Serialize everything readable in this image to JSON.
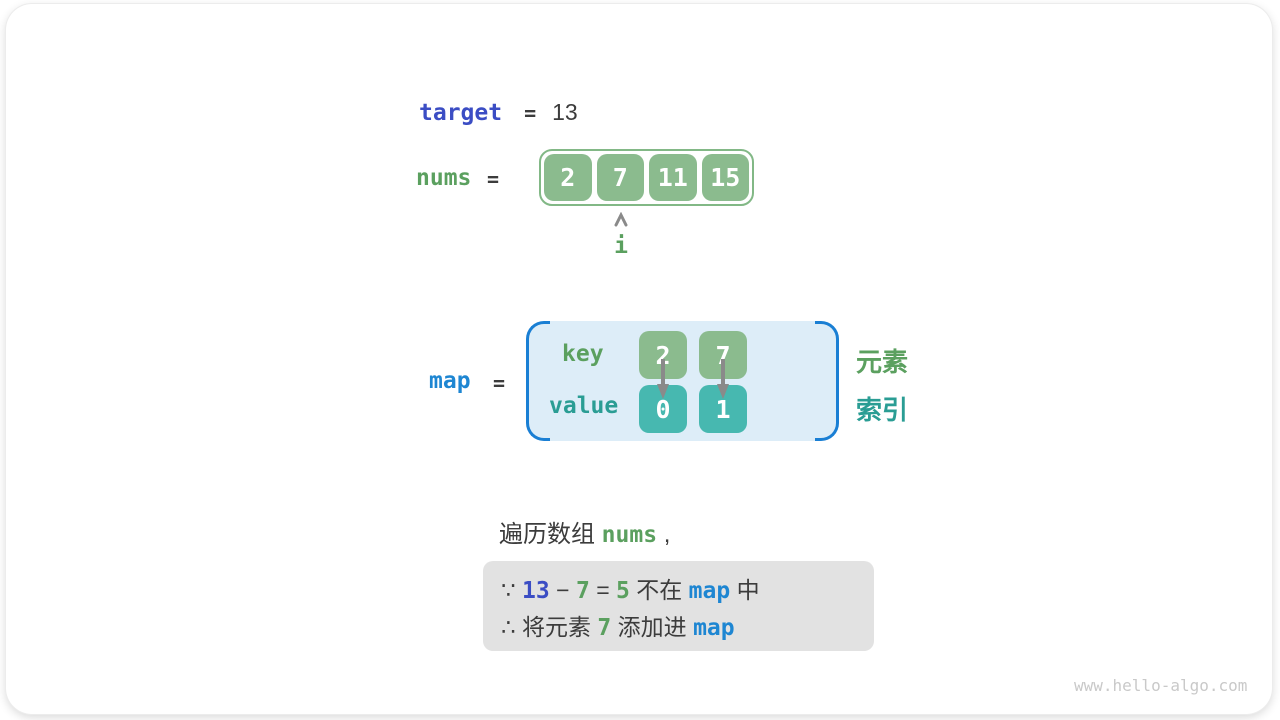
{
  "colors": {
    "target_blue": "#3B4DC4",
    "map_blue": "#1E86D2",
    "green_text": "#5BA05F",
    "teal_text": "#2A9D94",
    "green_box": "#8BBB8E",
    "green_border": "#82B886",
    "teal_box": "#47B8B0",
    "map_bg": "#DDEDF8",
    "bracket_blue": "#1A7FD4",
    "dark_text": "#3C3C3C",
    "note_bg": "#E2E2E2",
    "arrow_gray": "#8A8A8A",
    "watermark_gray": "#C9C9C9"
  },
  "target_line": {
    "name": "target",
    "eq": "=",
    "value": "13"
  },
  "nums_line": {
    "name": "nums",
    "eq": "=",
    "values": [
      "2",
      "7",
      "11",
      "15"
    ],
    "pointer_label": "i",
    "pointer_index": 1
  },
  "map_section": {
    "name": "map",
    "eq": "=",
    "key_label": "key",
    "value_label": "value",
    "entries": [
      {
        "key": "2",
        "value": "0"
      },
      {
        "key": "7",
        "value": "1"
      }
    ],
    "element_label": "元素",
    "index_label": "索引"
  },
  "caption_segments": [
    {
      "text": "遍历数组 ",
      "style": "dark"
    },
    {
      "text": "nums",
      "style": "green-code"
    },
    {
      "text": " ,",
      "style": "dark"
    }
  ],
  "note_lines": [
    [
      {
        "text": "∵ ",
        "style": "dark"
      },
      {
        "text": "13",
        "style": "blue-code"
      },
      {
        "text": " − ",
        "style": "dark"
      },
      {
        "text": "7",
        "style": "green-code"
      },
      {
        "text": " = ",
        "style": "dark"
      },
      {
        "text": "5",
        "style": "green-code"
      },
      {
        "text": " 不在 ",
        "style": "dark"
      },
      {
        "text": "map",
        "style": "mapblue-code"
      },
      {
        "text": " 中",
        "style": "dark"
      }
    ],
    [
      {
        "text": "∴ 将元素 ",
        "style": "dark"
      },
      {
        "text": "7",
        "style": "green-code"
      },
      {
        "text": " 添加进 ",
        "style": "dark"
      },
      {
        "text": "map",
        "style": "mapblue-code"
      }
    ]
  ],
  "watermark": "www.hello-algo.com"
}
